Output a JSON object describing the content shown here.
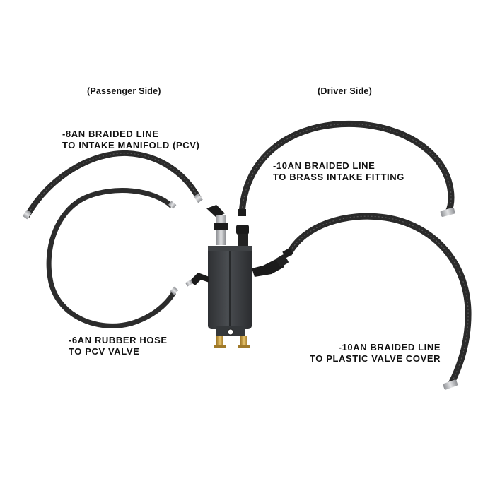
{
  "headings": {
    "passenger_side": "(Passenger Side)",
    "driver_side": "(Driver Side)"
  },
  "callouts": {
    "pcv_intake_line": {
      "line1": "-8AN BRAIDED LINE",
      "line2": "TO INTAKE MANIFOLD (PCV)"
    },
    "brass_intake_line": {
      "line1": "-10AN BRAIDED LINE",
      "line2": "TO BRASS INTAKE FITTING"
    },
    "pcv_rubber_hose": {
      "line1": "-6AN RUBBER HOSE",
      "line2": "TO PCV VALVE"
    },
    "valve_cover_line": {
      "line1": "-10AN BRAIDED LINE",
      "line2": "TO PLASTIC VALVE COVER"
    }
  },
  "colors": {
    "background": "#ffffff",
    "hose": "#2a2a2a",
    "can_body": "#3b3d40",
    "fitting_black": "#1b1b1b",
    "fitting_silver": "#b7b9bc",
    "brass": "#c69a3a"
  }
}
